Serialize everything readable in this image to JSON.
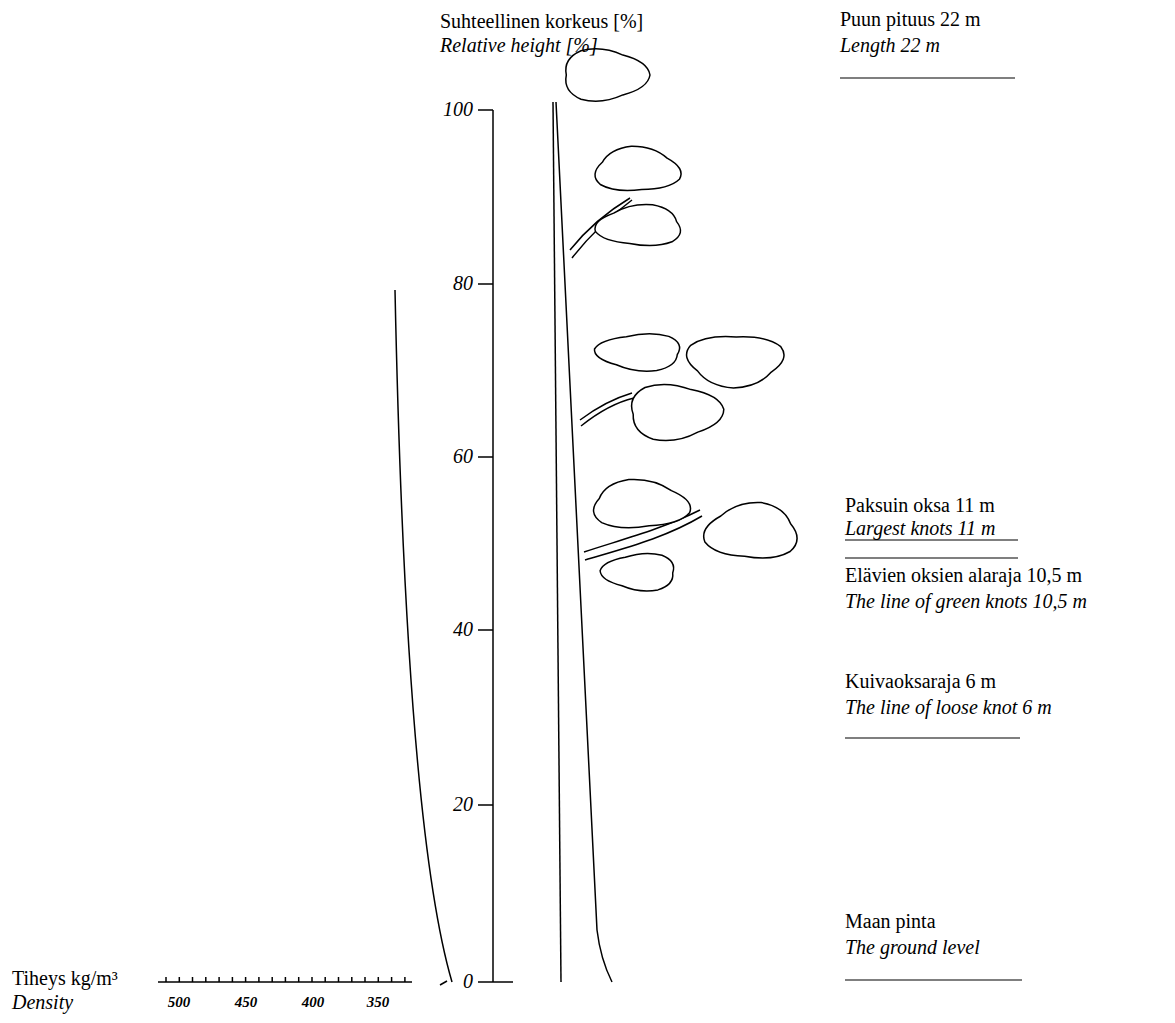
{
  "diagram": {
    "labels": [
      "Suhteellinen korkeus [%]",
      "Relative height [%]",
      "100",
      "80",
      "60",
      "40",
      "20",
      "0",
      "Puun pituus 22 m",
      "Length 22 m",
      "Paksuin oksa 11 m",
      "Largest knots 11 m",
      "Elävien oksien alaraja 10,5 m",
      "The line of green knots 10,5 m",
      "Kuivaoksaraja 6 m",
      "The line of loose knot 6 m",
      "Maan pinta",
      "The ground level",
      "Tiheys kg/m³",
      "Density",
      "500",
      "450",
      "400",
      "350"
    ]
  }
}
